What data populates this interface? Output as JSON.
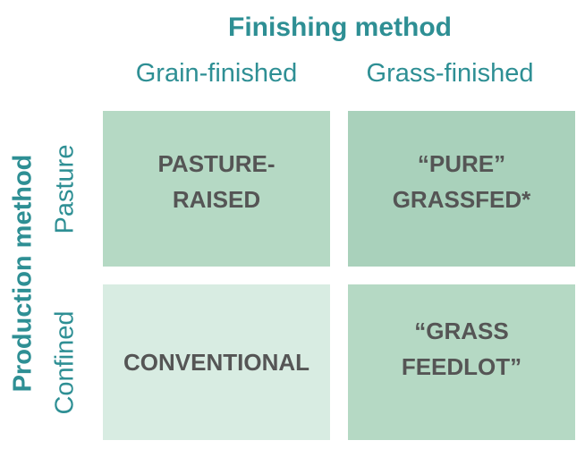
{
  "title": "Finishing method",
  "columns": [
    "Grain-finished",
    "Grass-finished"
  ],
  "row_axis_title": "Production method",
  "rows": [
    "Pasture",
    "Confined"
  ],
  "cells": {
    "pasture_grain": {
      "label": "PASTURE-\nRAISED",
      "color": "#b5d9c4"
    },
    "pasture_grass": {
      "label": "“PURE”\nGRASSFED*",
      "color": "#a9d1bb"
    },
    "confined_grain": {
      "label": "CONVENTIONAL",
      "color": "#d8ece2"
    },
    "confined_grass": {
      "label": "“GRASS\nFEEDLOT”",
      "color": "#b5d9c4"
    }
  },
  "colors": {
    "accent": "#2e8f94",
    "cell_text": "#555555"
  }
}
